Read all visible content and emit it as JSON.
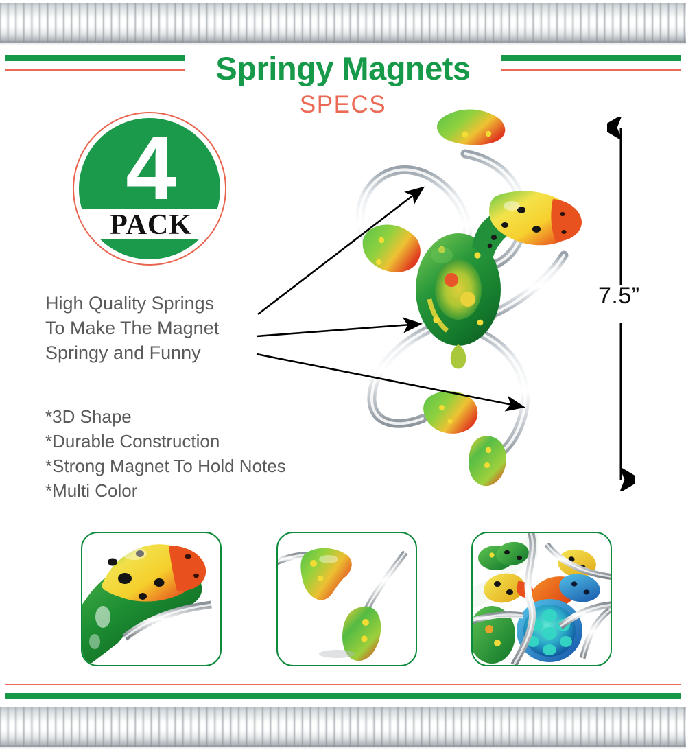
{
  "header": {
    "title": "Springy Magnets",
    "subtitle": "SPECS",
    "green_rule_color": "#17994A",
    "red_rule_color": "#EA6A55",
    "title_color": "#17994A",
    "subtitle_color": "#EA6A55"
  },
  "badge": {
    "count": "4",
    "word": "PACK",
    "disc_color": "#1B9A4B",
    "ring_color": "#E8644F",
    "number_color": "#FFFFFF",
    "word_color": "#111111"
  },
  "features": {
    "callout_line_1": "High Quality Springs",
    "callout_line_2": "To Make The Magnet",
    "callout_line_3": "Springy and Funny",
    "text_color": "#5A5A5A",
    "bullets": [
      "*3D Shape",
      "*Durable Construction",
      "*Strong Magnet To Hold Notes",
      "*Multi Color"
    ]
  },
  "dimension": {
    "label": "7.5”",
    "arrow_color": "#0E0E0E"
  },
  "product": {
    "name": "springy-turtle-magnet",
    "shell_color": "#1E8C3A",
    "shell_highlight": "#4FB955",
    "head_color": "#F2D33C",
    "snout_color": "#E8562A",
    "foot_green": "#4FB24A",
    "foot_red": "#E24A2B",
    "spring_color": "#C8CDD2"
  },
  "thumbnails": [
    {
      "name": "turtle-head-closeup",
      "border_color": "#0E8A3C",
      "caption": ""
    },
    {
      "name": "turtle-feet-closeup",
      "border_color": "#0E8A3C",
      "caption": ""
    },
    {
      "name": "multi-color-turtles-group",
      "border_color": "#0E8A3C",
      "caption": ""
    }
  ],
  "decor": {
    "spring_bar_name": "spring-coil-graphic"
  }
}
